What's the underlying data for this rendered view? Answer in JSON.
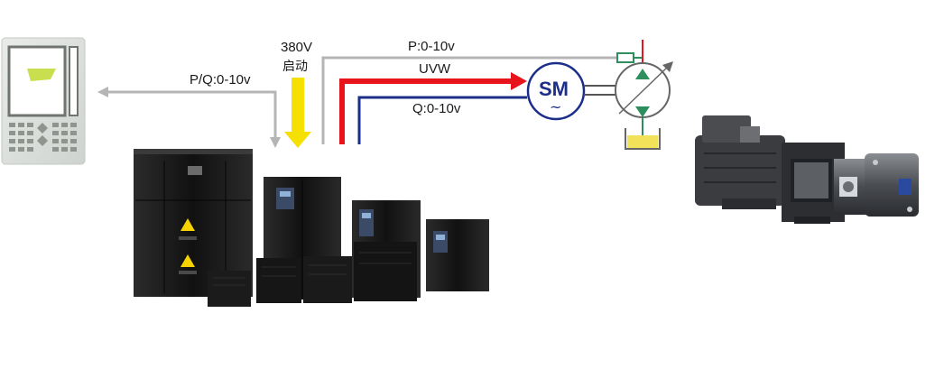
{
  "labels": {
    "pq_signal": "P/Q:0-10v",
    "voltage": "380V",
    "start": "启动",
    "p_signal": "P:0-10v",
    "uvw": "UVW",
    "q_signal": "Q:0-10v",
    "motor": "SM",
    "motor_wave": "~"
  },
  "colors": {
    "signal_gray": "#b5b5b5",
    "power_yellow": "#f5e000",
    "power_red": "#e8141b",
    "signal_blue": "#1b2f8a",
    "motor_text": "#1b2f8a",
    "pump_green": "#2e8f5e",
    "tank_oil": "#f2e25a"
  },
  "icons": {
    "controller": "injection-molding-controller-icon",
    "drives": "servo-drive-cabinets-icon",
    "motor": "servo-motor-symbol",
    "pump": "hydraulic-pump-symbol",
    "tank": "oil-tank-symbol",
    "servo_pump": "servo-motor-pump-unit-icon"
  }
}
